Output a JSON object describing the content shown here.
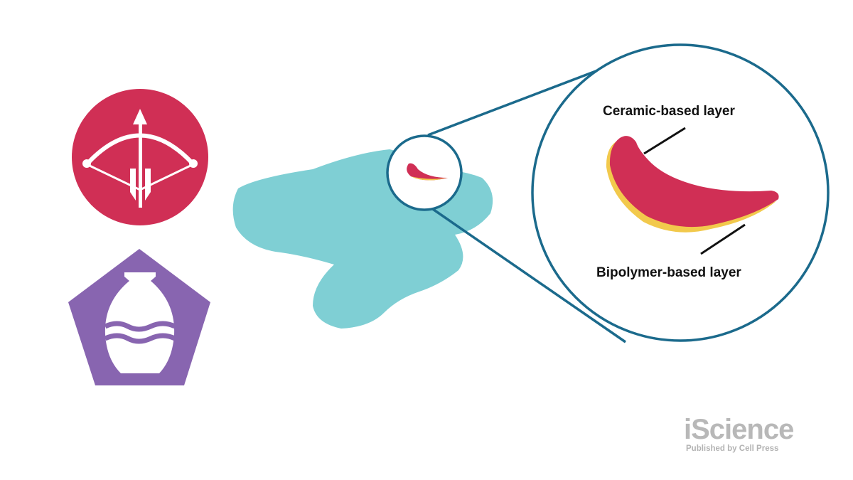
{
  "labels": {
    "ceramic": "Ceramic-based layer",
    "biopolymer": "Bipolymer-based layer"
  },
  "brand": {
    "name": "iScience",
    "subtitle": "Published by Cell Press"
  },
  "icons": {
    "bow": "bow-and-arrow-icon",
    "vase": "vase-icon"
  },
  "colors": {
    "crimson": "#d02f55",
    "purple": "#8865b0",
    "teal": "#7fcfd4",
    "ring": "#1b6a8c",
    "yellow": "#f2c94c"
  }
}
